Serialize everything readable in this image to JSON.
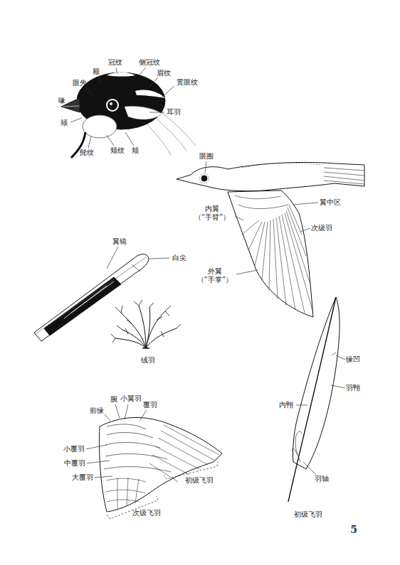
{
  "diagram": {
    "labels": [
      "冠纹",
      "侧冠纹",
      "额",
      "眉纹",
      "眼先",
      "贯眼纹",
      "喙",
      "耳羽",
      "颏",
      "髭纹",
      "颊纹",
      "颊",
      "眼圈",
      "翼中区",
      "内翼 （“手臂”）",
      "次级羽",
      "外翼 （“手掌”）",
      "翼镜",
      "白尖",
      "绒羽",
      "腕",
      "小翼羽",
      "覆羽",
      "前缘",
      "小覆羽",
      "中覆羽",
      "大覆羽",
      "初级飞羽",
      "次级飞羽",
      "缘凹",
      "羽翈",
      "内翈",
      "羽轴",
      "初级飞羽",
      "5"
    ]
  }
}
